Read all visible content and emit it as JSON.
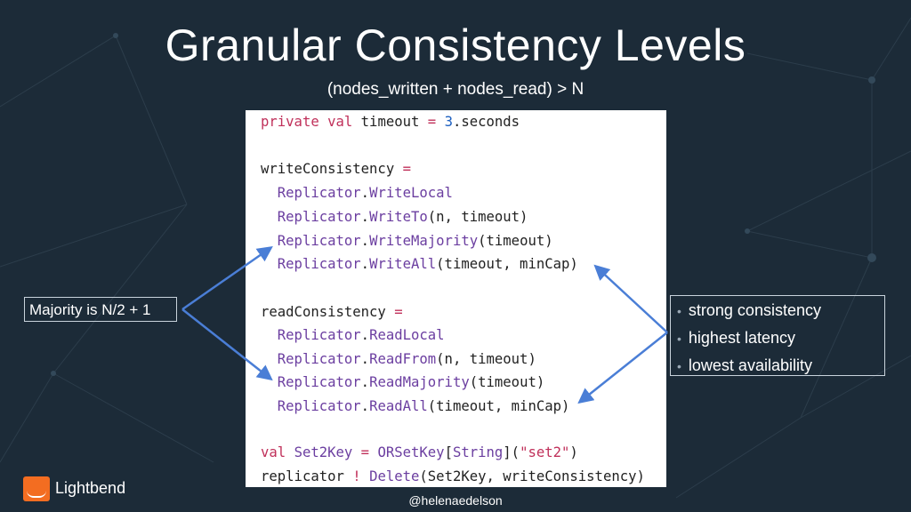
{
  "slide": {
    "title": "Granular Consistency Levels",
    "subtitle": "(nodes_written + nodes_read) > N",
    "handle": "@helenaedelson",
    "logo_text": "Lightbend",
    "background_color": "#1c2b38"
  },
  "note": {
    "text": "Majority is N/2 + 1"
  },
  "bullets": [
    "strong consistency",
    "highest latency",
    "lowest availability"
  ],
  "code": {
    "l1": {
      "kw1": "private",
      "kw2": "val",
      "a": " timeout ",
      "op": "=",
      "num": "3",
      "b": ".seconds"
    },
    "l3": {
      "a": "writeConsistency ",
      "op": "="
    },
    "l4": {
      "cls": "Replicator",
      "dot": ".",
      "m": "WriteLocal",
      "args": ""
    },
    "l5": {
      "cls": "Replicator",
      "dot": ".",
      "m": "WriteTo",
      "args": "(n, timeout)"
    },
    "l6": {
      "cls": "Replicator",
      "dot": ".",
      "m": "WriteMajority",
      "args": "(timeout)"
    },
    "l7": {
      "cls": "Replicator",
      "dot": ".",
      "m": "WriteAll",
      "args": "(timeout, minCap)"
    },
    "l9": {
      "a": "readConsistency ",
      "op": "="
    },
    "l10": {
      "cls": "Replicator",
      "dot": ".",
      "m": "ReadLocal",
      "args": ""
    },
    "l11": {
      "cls": "Replicator",
      "dot": ".",
      "m": "ReadFrom",
      "args": "(n, timeout)"
    },
    "l12": {
      "cls": "Replicator",
      "dot": ".",
      "m": "ReadMajority",
      "args": "(timeout)"
    },
    "l13": {
      "cls": "Replicator",
      "dot": ".",
      "m": "ReadAll",
      "args": "(timeout, minCap)"
    },
    "l15": {
      "kw": "val",
      "t1": "Set2Key",
      "op": "=",
      "t2": "ORSetKey",
      "br1": "[",
      "t3": "String",
      "br2": "](",
      "s": "\"set2\"",
      "end": ")"
    },
    "l16": {
      "a": "replicator ",
      "op": "!",
      "sp": " ",
      "t1": "Delete",
      "args": "(Set2Key, writeConsistency)"
    }
  },
  "colors": {
    "keyword": "#c0305a",
    "type": "#6b3ea0",
    "number": "#1c5fc0",
    "arrow": "#4a7ed6",
    "logo_orange": "#f36d21"
  }
}
